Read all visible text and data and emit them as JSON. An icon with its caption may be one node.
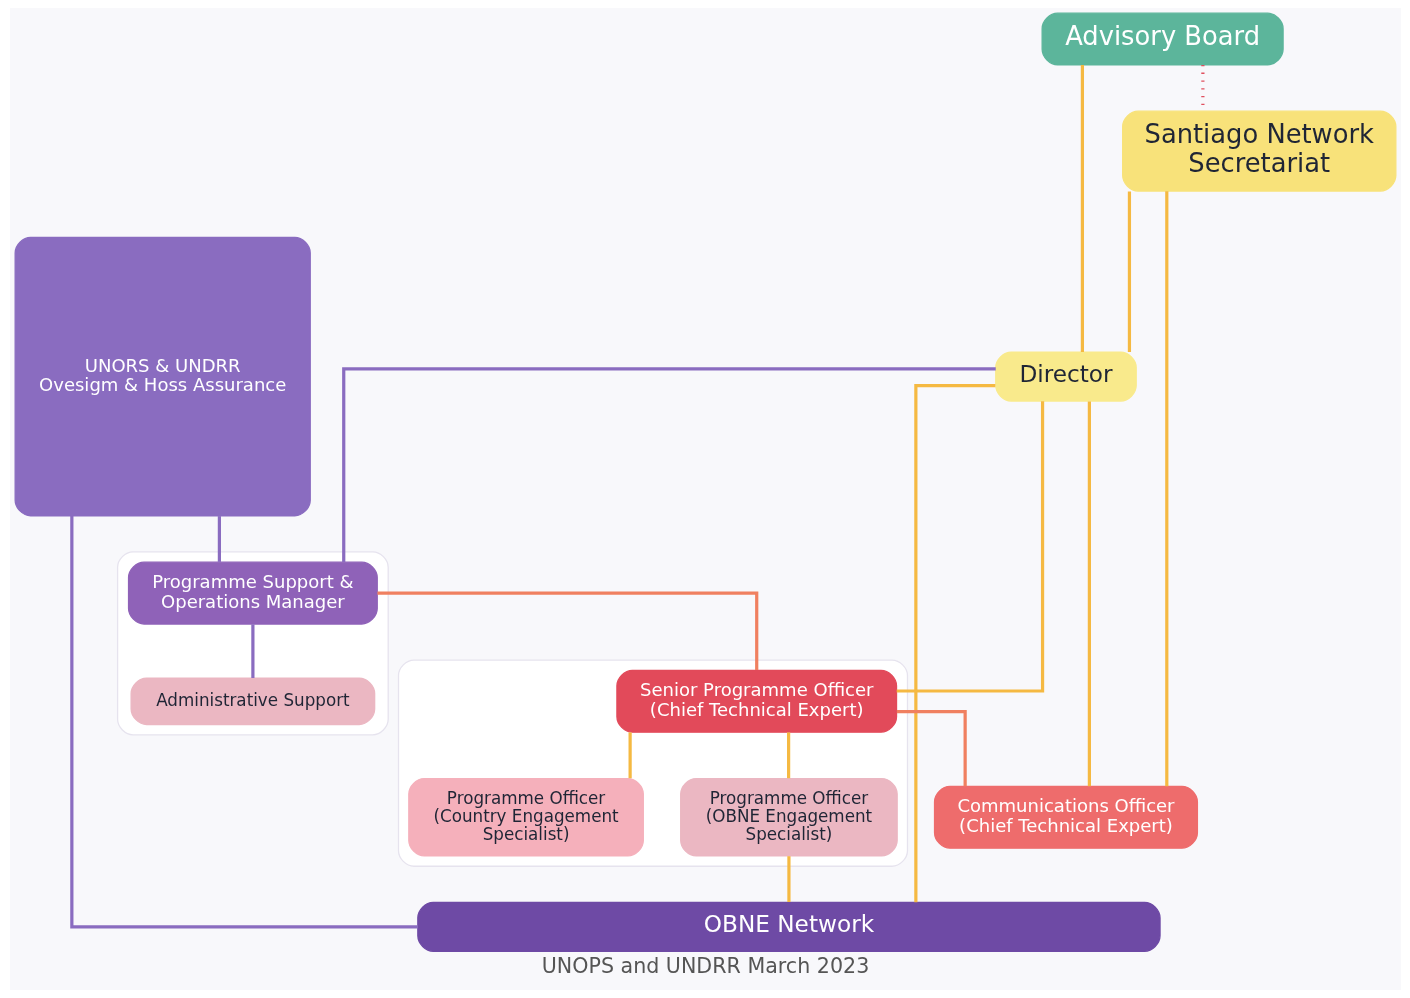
{
  "diagram": {
    "caption": "UNOPS and UNDRR March 2023",
    "nodes": [
      {
        "text": [
          "Advisory Board"
        ]
      },
      {
        "text": [
          "Santiago Network Secretariat"
        ]
      },
      {
        "text": [
          "Director"
        ]
      },
      {
        "text": [
          "UNORS & UNDRR",
          "Ovesigm & Hoss Assurance"
        ]
      },
      {
        "text": [],
        "shape": "box"
      },
      {
        "text": [
          "Programme Support & Operations Manager"
        ],
        "in": 4
      },
      {
        "text": [
          "Administrative Support"
        ],
        "in": 4
      },
      {
        "text": [],
        "shape": "box"
      },
      {
        "text": [
          "Senior Programme Officer",
          "(Chief Technical Expert)"
        ],
        "in": 7
      },
      {
        "text": [
          "Programme Officer",
          "(Country Engagement Specialist)"
        ],
        "in": 7
      },
      {
        "text": [
          "Programme Officer",
          "(OBNE Engagement Specialist)"
        ],
        "in": 7
      },
      {
        "text": [
          "Communications Officer",
          "(Chief Technical Expert)"
        ]
      },
      {
        "text": [
          "OBNE Network"
        ]
      }
    ],
    "edges": [
      {
        "from": 0,
        "to": 1,
        "arrow": "none",
        "style": "dashed",
        "color": "#e0505f"
      },
      {
        "from": 0,
        "to": 2,
        "arrow": "none"
      },
      {
        "from": 1,
        "to": 2,
        "arrow": "none"
      },
      {
        "from": 1,
        "to": 11,
        "arrow": "none"
      },
      {
        "from": 2,
        "to": 5,
        "arrow": "none",
        "color": "#8a6cc0"
      },
      {
        "from": 2,
        "to": 8,
        "arrow": "none"
      },
      {
        "from": 2,
        "to": 11,
        "arrow": "none"
      },
      {
        "from": 2,
        "to": 12,
        "arrow": "none"
      },
      {
        "from": 3,
        "to": 5,
        "arrow": "none",
        "color": "#8a6cc0"
      },
      {
        "from": 3,
        "to": 12,
        "arrow": "none",
        "color": "#8a6cc0"
      },
      {
        "from": 5,
        "to": 6,
        "arrow": "none",
        "color": "#8a6cc0"
      },
      {
        "from": 5,
        "to": 8,
        "arrow": "none",
        "color": "#f08060"
      },
      {
        "from": 8,
        "to": 11,
        "arrow": "none",
        "color": "#f08060"
      },
      {
        "from": 8,
        "to": 9,
        "arrow": "none"
      },
      {
        "from": 8,
        "to": 10,
        "arrow": "none"
      },
      {
        "from": 10,
        "to": 12,
        "arrow": "none"
      }
    ]
  }
}
